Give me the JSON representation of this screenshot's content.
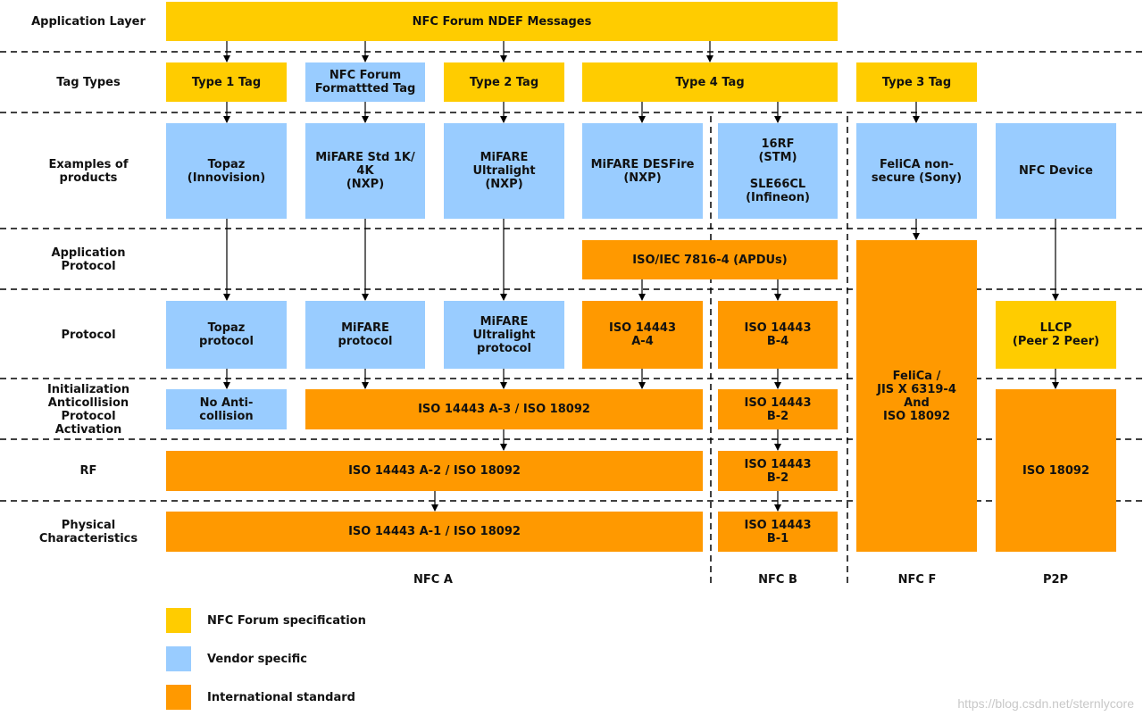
{
  "colors": {
    "nfc_forum": "#ffcc00",
    "vendor": "#99ccff",
    "international": "#ff9900"
  },
  "rows": {
    "application_layer": "Application Layer",
    "tag_types": "Tag Types",
    "examples": "Examples of\nproducts",
    "app_protocol": "Application\nProtocol",
    "protocol": "Protocol",
    "init": "Initialization\nAnticollision\nProtocol\nActivation",
    "rf": "RF",
    "physical": "Physical\nCharacteristics"
  },
  "boxes": {
    "ndef": "NFC Forum NDEF Messages",
    "type1": "Type 1 Tag",
    "forum_formatted": "NFC Forum\nFormattted Tag",
    "type2": "Type 2 Tag",
    "type4": "Type 4 Tag",
    "type3": "Type 3 Tag",
    "topaz": "Topaz\n(Innovision)",
    "mifare_std": "MiFARE Std 1K/\n4K\n(NXP)",
    "mifare_ul": "MiFARE Ultralight\n(NXP)",
    "mifare_desfire": "MiFARE DESFire\n(NXP)",
    "sle": "16RF\n(STM)\n\nSLE66CL\n(Infineon)",
    "felica_prod": "FeliCA non-\nsecure (Sony)",
    "nfc_device": "NFC Device",
    "apdu": "ISO/IEC 7816-4 (APDUs)",
    "topaz_protocol": "Topaz\nprotocol",
    "mifare_protocol": "MiFARE\nprotocol",
    "mifare_ul_protocol": "MiFARE\nUltralight\nprotocol",
    "iso_a4": "ISO 14443\nA-4",
    "iso_b4": "ISO 14443\nB-4",
    "llcp": "LLCP\n(Peer 2 Peer)",
    "no_anticollision": "No Anti-\ncollision",
    "iso_a3": "ISO 14443 A-3 / ISO 18092",
    "iso_b2_init": "ISO 14443\nB-2",
    "felica_std": "FeliCa /\nJIS X 6319-4\nAnd\nISO 18092",
    "iso_a2": "ISO 14443 A-2 / ISO 18092",
    "iso_b2_rf": "ISO 14443\nB-2",
    "iso_18092": "ISO 18092",
    "iso_a1": "ISO 14443 A-1 / ISO 18092",
    "iso_b1": "ISO 14443\nB-1"
  },
  "columns": {
    "nfc_a": "NFC A",
    "nfc_b": "NFC B",
    "nfc_f": "NFC F",
    "p2p": "P2P"
  },
  "legend": {
    "nfc_forum": "NFC Forum specification",
    "vendor": "Vendor specific",
    "international": "International standard"
  },
  "watermark": "https://blog.csdn.net/sternlycore"
}
